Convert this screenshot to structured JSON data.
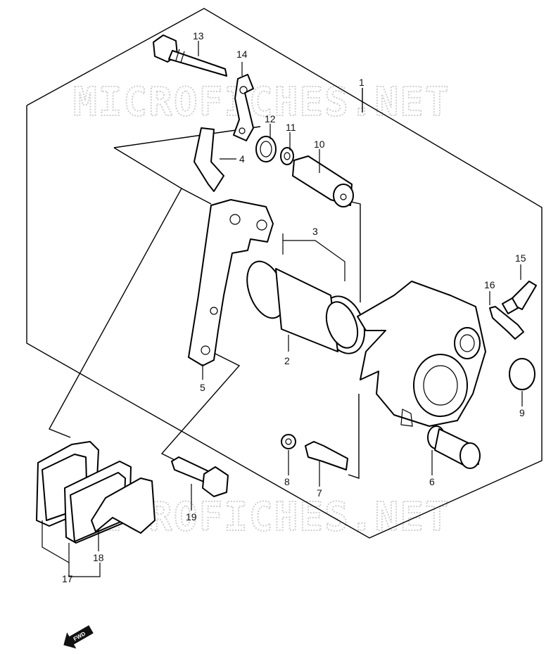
{
  "watermark": "MICROFICHES.NET",
  "direction_label": "FWD",
  "callouts": [
    "1",
    "2",
    "3",
    "4",
    "5",
    "6",
    "7",
    "8",
    "9",
    "10",
    "11",
    "12",
    "13",
    "14",
    "15",
    "16",
    "17",
    "18",
    "19"
  ]
}
